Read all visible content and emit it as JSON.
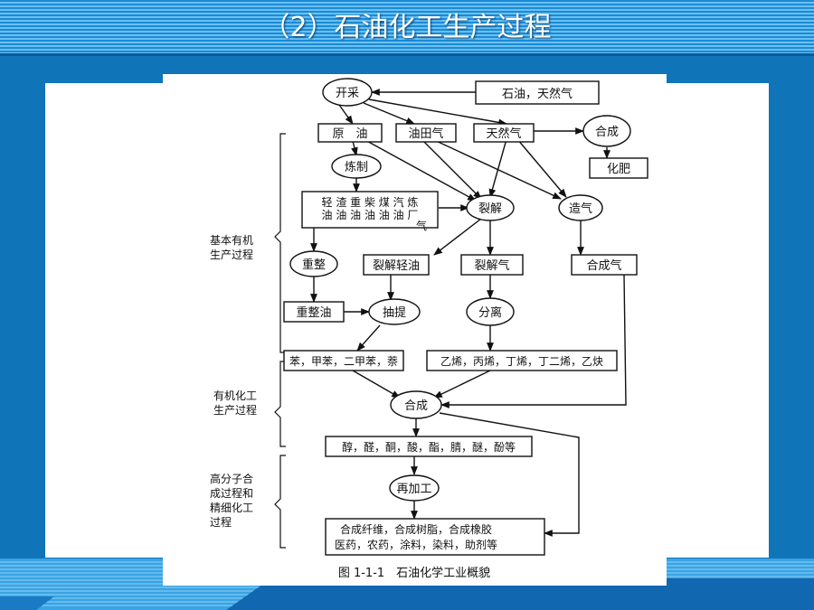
{
  "slide": {
    "title": "（2）石油化工生产过程"
  },
  "diagram": {
    "nodes": {
      "oil_gas": "石油，天然气",
      "mining": "开采",
      "crude": "原　油",
      "oilfield_gas": "油田气",
      "natural_gas": "天然气",
      "synth_top": "合成",
      "fertilizer": "化肥",
      "refining": "炼制",
      "products_row1": "轻 渣 重 柴 煤 汽 炼",
      "products_row2": "油 油 油 油 油 油 厂",
      "products_gas": "气",
      "cracking": "裂解",
      "gas_making": "造气",
      "reforming": "重整",
      "cracked_light_oil": "裂解轻油",
      "cracked_gas": "裂解气",
      "syngas": "合成气",
      "reformed_oil": "重整油",
      "extraction": "抽提",
      "separation": "分离",
      "aromatics": "苯，甲苯，二甲苯，萘",
      "olefins": "乙烯，丙烯，丁烯，丁二烯，乙炔",
      "synth_mid": "合成",
      "chemicals": "醇，醛，酮，酸，酯，腈，醚，酚等",
      "reprocess": "再加工",
      "final_row1": "合成纤维，合成树脂，合成橡胶",
      "final_row2": "医药，农药，涂料，染料，助剂等"
    },
    "side_labels": {
      "basic_1": "基本有机",
      "basic_2": "生产过程",
      "organic_1": "有机化工",
      "organic_2": "生产过程",
      "polymer_1": "高分子合",
      "polymer_2": "成过程和",
      "polymer_3": "精细化工",
      "polymer_4": "过程"
    },
    "caption": "图 1-1-1　石油化学工业概貌"
  }
}
